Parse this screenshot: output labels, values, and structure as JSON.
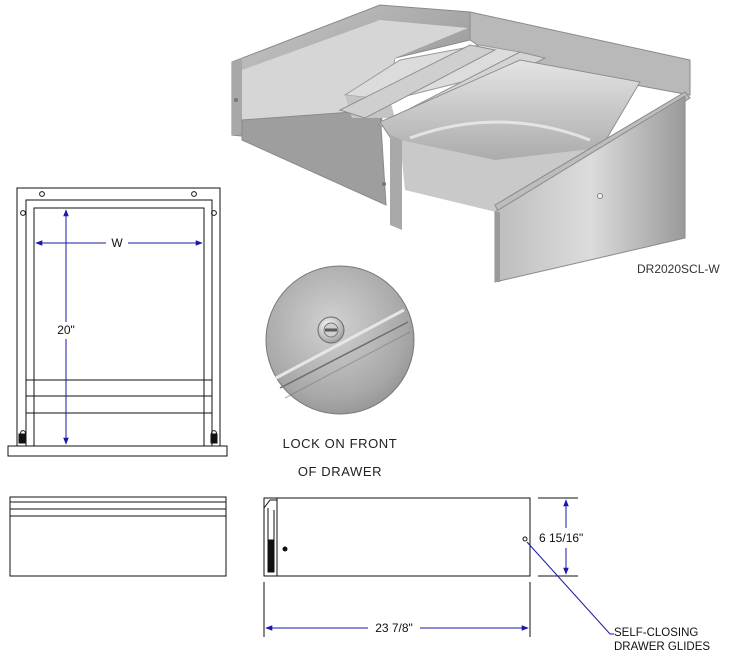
{
  "product": {
    "model": "DR2020SCL-W"
  },
  "dimensions": {
    "width": "W",
    "depth": "20\"",
    "length": "23 7/8\"",
    "height": "6 15/16\""
  },
  "captions": {
    "lock_line1": "LOCK ON FRONT",
    "lock_line2": "OF DRAWER",
    "glides_line1": "SELF-CLOSING",
    "glides_line2": "DRAWER GLIDES"
  },
  "colors": {
    "dimension_line": "#1a1aa6",
    "drawing_line": "#111111",
    "steel_light": "#d9d9d9",
    "steel_dark": "#8f8f8f"
  }
}
